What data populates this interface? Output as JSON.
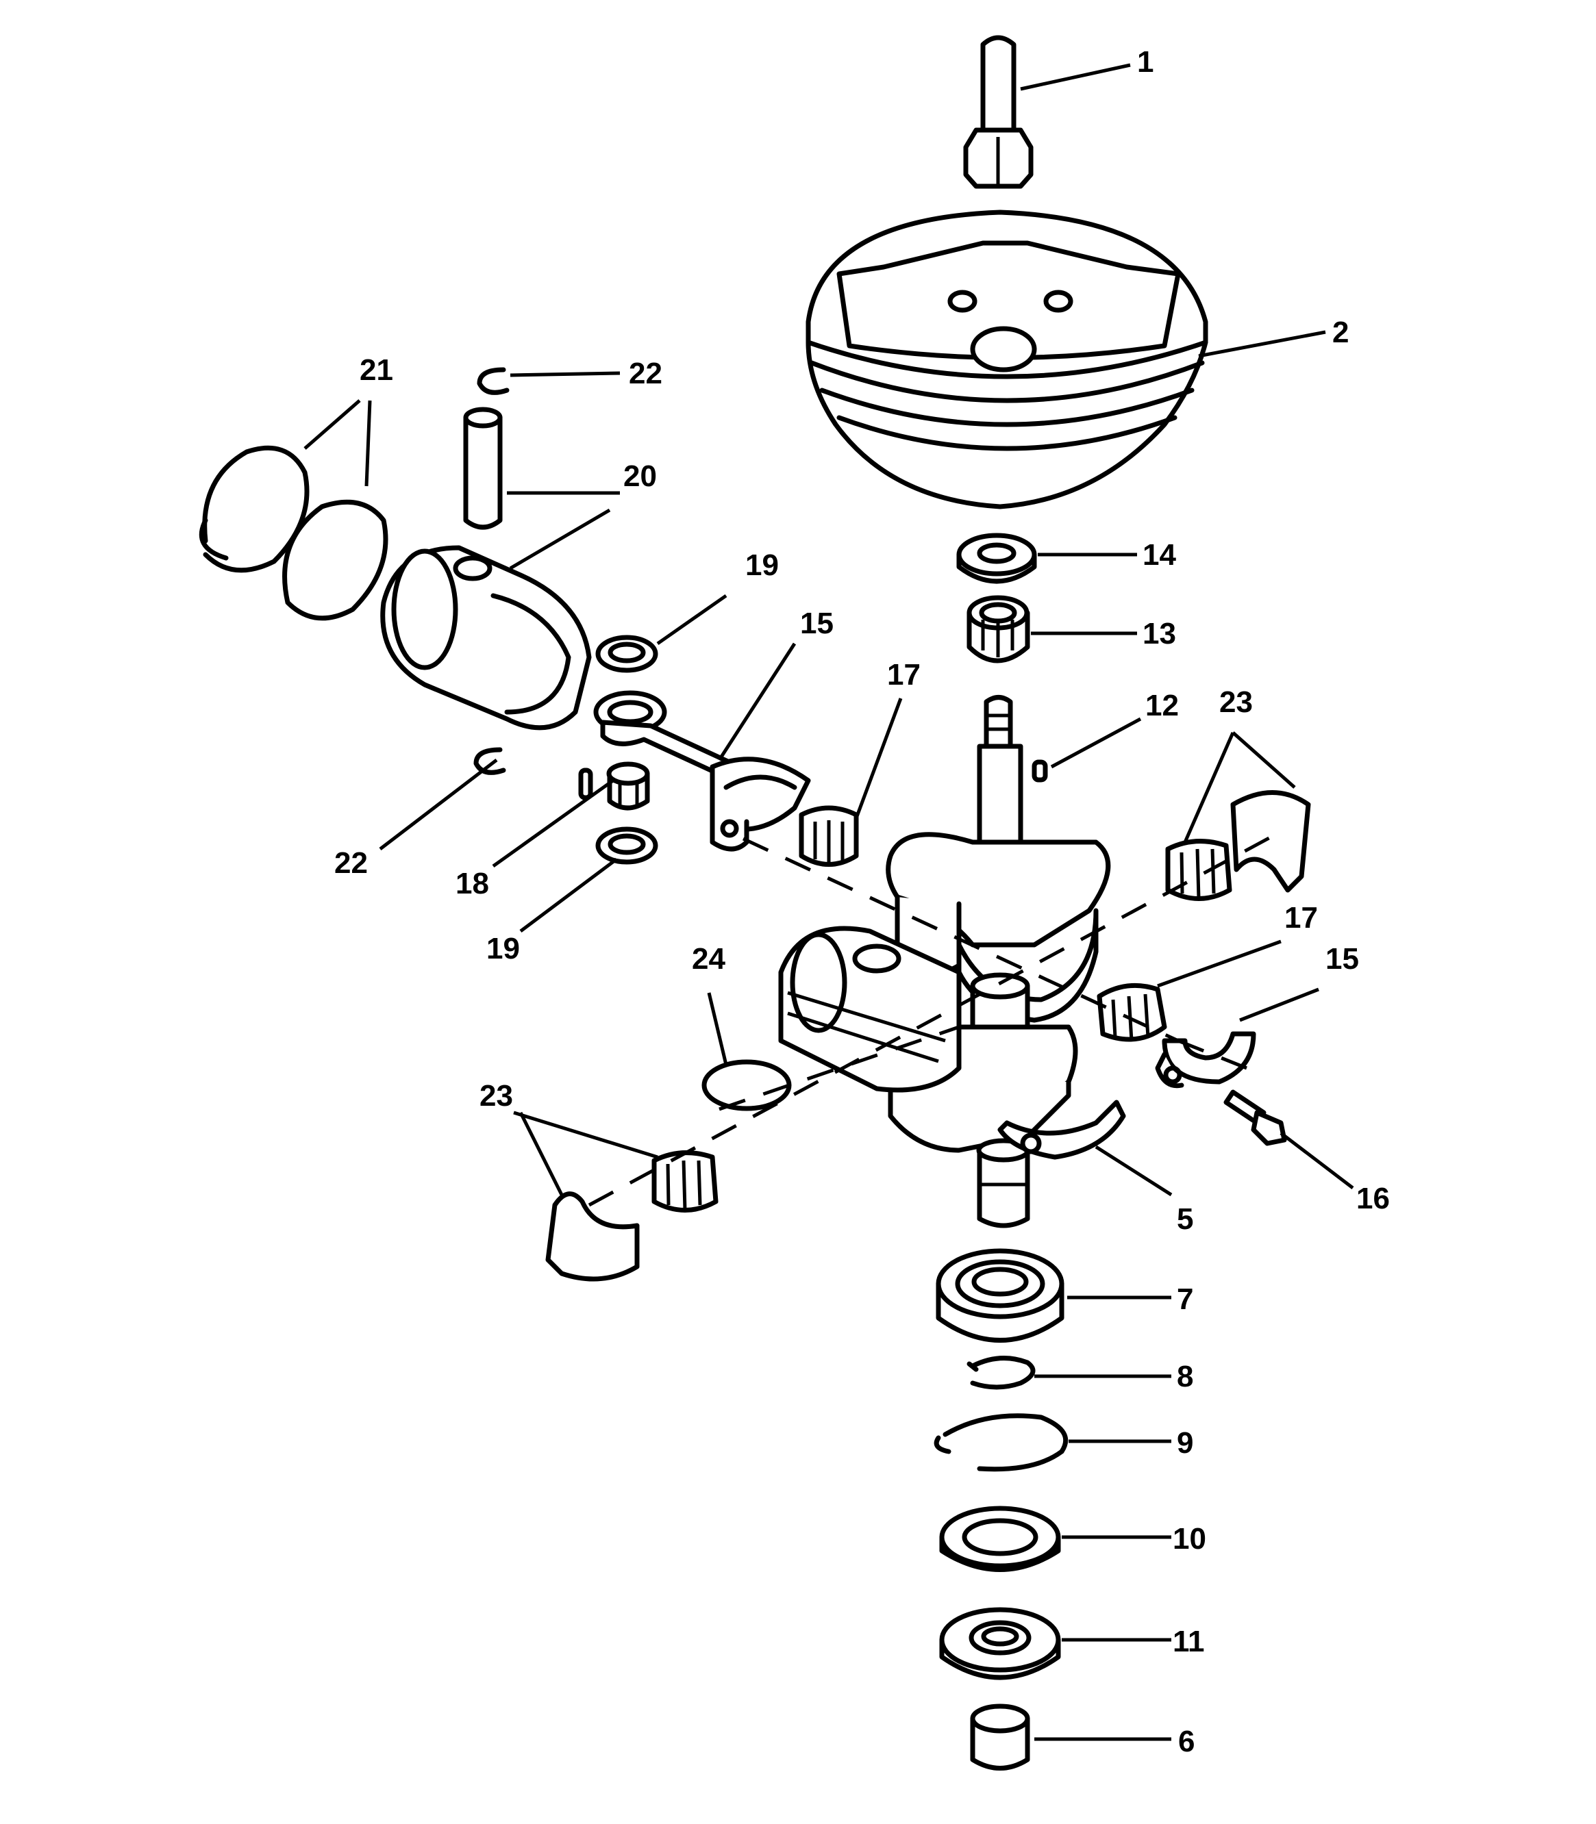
{
  "callouts": [
    {
      "id": "c1",
      "label": "1"
    },
    {
      "id": "c2",
      "label": "2"
    },
    {
      "id": "c5",
      "label": "5"
    },
    {
      "id": "c6",
      "label": "6"
    },
    {
      "id": "c7",
      "label": "7"
    },
    {
      "id": "c8",
      "label": "8"
    },
    {
      "id": "c9",
      "label": "9"
    },
    {
      "id": "c10",
      "label": "10"
    },
    {
      "id": "c11",
      "label": "11"
    },
    {
      "id": "c12",
      "label": "12"
    },
    {
      "id": "c13",
      "label": "13"
    },
    {
      "id": "c14",
      "label": "14"
    },
    {
      "id": "c15a",
      "label": "15"
    },
    {
      "id": "c15b",
      "label": "15"
    },
    {
      "id": "c16",
      "label": "16"
    },
    {
      "id": "c17a",
      "label": "17"
    },
    {
      "id": "c17b",
      "label": "17"
    },
    {
      "id": "c18",
      "label": "18"
    },
    {
      "id": "c19a",
      "label": "19"
    },
    {
      "id": "c19b",
      "label": "19"
    },
    {
      "id": "c20",
      "label": "20"
    },
    {
      "id": "c21",
      "label": "21"
    },
    {
      "id": "c22a",
      "label": "22"
    },
    {
      "id": "c22b",
      "label": "22"
    },
    {
      "id": "c23a",
      "label": "23"
    },
    {
      "id": "c23b",
      "label": "23"
    },
    {
      "id": "c24",
      "label": "24"
    }
  ]
}
